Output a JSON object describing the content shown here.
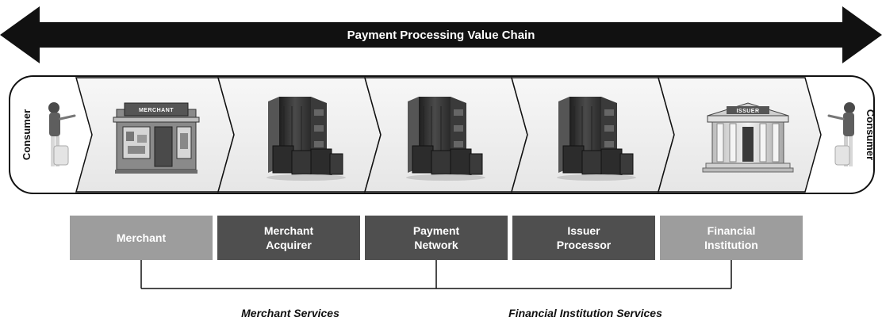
{
  "value_chain": {
    "title": "Payment Processing Value Chain"
  },
  "chain": {
    "left_consumer_label": "Consumer",
    "right_consumer_label": "Consumer",
    "merchant_sign": "MERCHANT",
    "issuer_sign": "ISSUER"
  },
  "participants": [
    {
      "line1": "Merchant",
      "line2": "",
      "color": "#9d9d9d"
    },
    {
      "line1": "Merchant",
      "line2": "Acquirer",
      "color": "#4f4f4f"
    },
    {
      "line1": "Payment",
      "line2": "Network",
      "color": "#4f4f4f"
    },
    {
      "line1": "Issuer",
      "line2": "Processor",
      "color": "#4f4f4f"
    },
    {
      "line1": "Financial",
      "line2": "Institution",
      "color": "#9d9d9d"
    }
  ],
  "services": {
    "merchant": "Merchant Services",
    "financial_institution": "Financial Institution Services"
  }
}
